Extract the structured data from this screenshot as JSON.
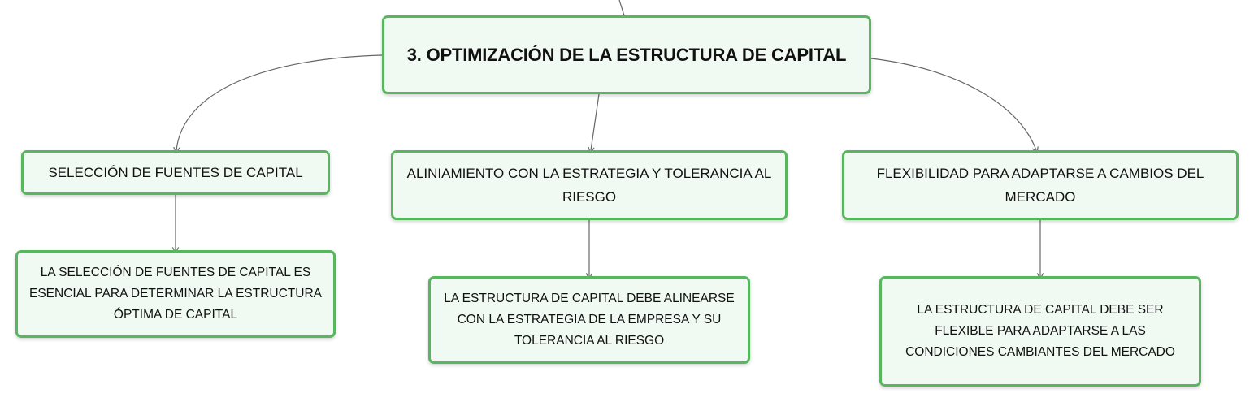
{
  "colors": {
    "node_border": "#58b65e",
    "node_fill": "#f1f9f3",
    "connector": "#666666",
    "text": "#111111"
  },
  "diagram": {
    "root": "3. OPTIMIZACIÓN DE LA ESTRUCTURA DE CAPITAL",
    "topics": [
      {
        "label": "SELECCIÓN DE FUENTES DE CAPITAL",
        "detail": "LA SELECCIÓN DE FUENTES DE CAPITAL ES ESENCIAL PARA DETERMINAR LA ESTRUCTURA ÓPTIMA DE CAPITAL"
      },
      {
        "label": "ALINIAMIENTO CON LA ESTRATEGIA Y TOLERANCIA AL RIESGO",
        "detail": "LA ESTRUCTURA DE CAPITAL DEBE ALINEARSE CON LA ESTRATEGIA DE LA EMPRESA Y SU TOLERANCIA AL RIESGO"
      },
      {
        "label": "FLEXIBILIDAD PARA ADAPTARSE A CAMBIOS DEL MERCADO",
        "detail": "LA ESTRUCTURA DE CAPITAL DEBE SER FLEXIBLE PARA ADAPTARSE A LAS CONDICIONES CAMBIANTES DEL MERCADO"
      }
    ]
  }
}
